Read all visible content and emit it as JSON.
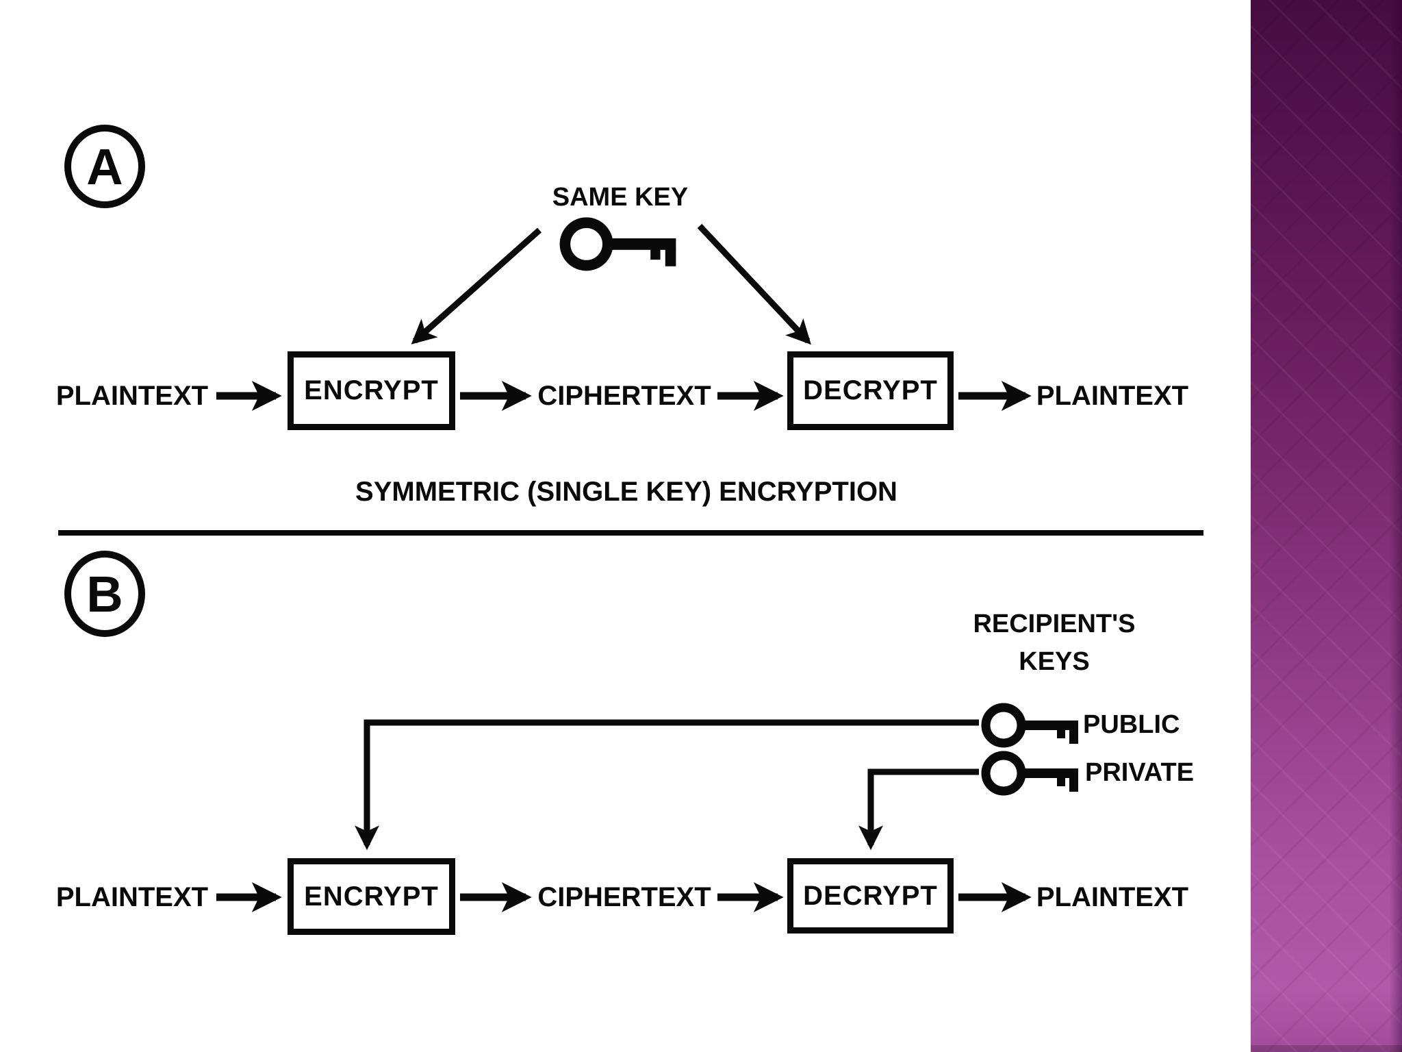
{
  "slide": {
    "background_color": "#ffffff",
    "ink_color": "#0a0a0a",
    "accent_band": {
      "top_color": "#470c41",
      "middle_color": "#823077",
      "bottom_color": "#b058aa",
      "edge_shade_color": "#2e0628"
    }
  },
  "section_a": {
    "badge": "A",
    "key_label": "SAME KEY",
    "key_icon": "skeleton-key-icon",
    "flow": {
      "input": "PLAINTEXT",
      "encrypt": "ENCRYPT",
      "middle": "CIPHERTEXT",
      "decrypt": "DECRYPT",
      "output": "PLAINTEXT"
    },
    "caption": "SYMMETRIC (SINGLE KEY) ENCRYPTION"
  },
  "section_b": {
    "badge": "B",
    "keys_title_line1": "RECIPIENT'S",
    "keys_title_line2": "KEYS",
    "public_key_label": "PUBLIC",
    "private_key_label": "PRIVATE",
    "public_key_icon": "skeleton-key-icon",
    "private_key_icon": "skeleton-key-icon",
    "flow": {
      "input": "PLAINTEXT",
      "encrypt": "ENCRYPT",
      "middle": "CIPHERTEXT",
      "decrypt": "DECRYPT",
      "output": "PLAINTEXT"
    }
  }
}
